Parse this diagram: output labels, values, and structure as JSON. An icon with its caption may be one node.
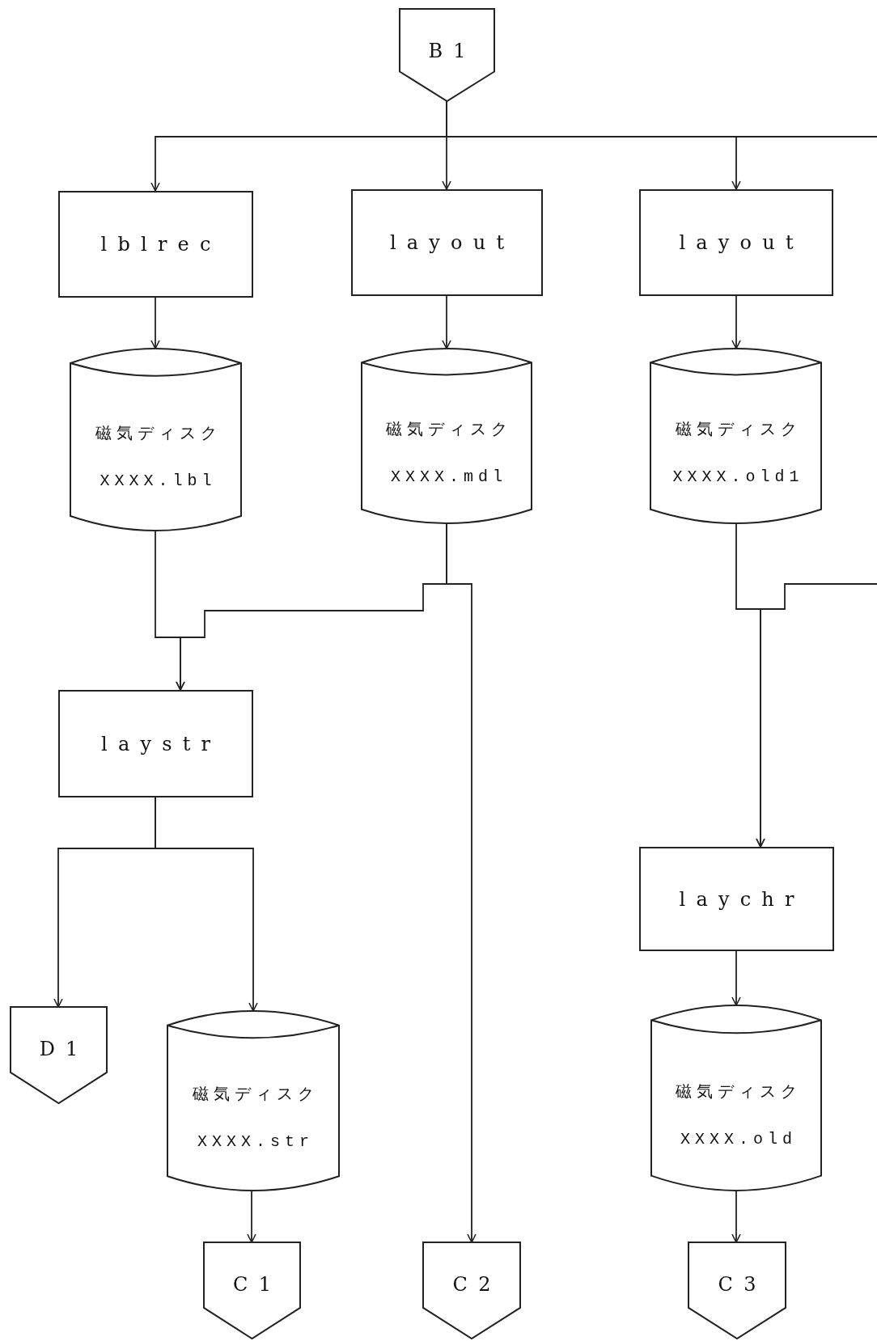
{
  "diagram": {
    "nodes": [
      {
        "text": [
          "B1"
        ]
      },
      {
        "text": [
          "lblrec"
        ]
      },
      {
        "text": [
          "layout"
        ]
      },
      {
        "text": [
          "layout"
        ]
      },
      {
        "text": [
          "磁気ディスク",
          "XXXX.lbl"
        ]
      },
      {
        "text": [
          "磁気ディスク",
          "XXXX.mdl"
        ]
      },
      {
        "text": [
          "磁気ディスク",
          "XXXX.old1"
        ]
      },
      {
        "text": [
          "laystr"
        ]
      },
      {
        "text": [
          "D1"
        ]
      },
      {
        "text": [
          "磁気ディスク",
          "XXXX.str"
        ]
      },
      {
        "text": [
          "laychr"
        ]
      },
      {
        "text": [
          "磁気ディスク",
          "XXXX.old"
        ]
      },
      {
        "text": [
          "C1"
        ]
      },
      {
        "text": [
          "C2"
        ]
      },
      {
        "text": [
          "C3"
        ]
      }
    ],
    "edges": [
      {
        "from": 0,
        "to": 1,
        "arrow": "to"
      },
      {
        "from": 0,
        "to": 2,
        "arrow": "to"
      },
      {
        "from": 0,
        "to": 3,
        "arrow": "to"
      },
      {
        "from": 0,
        "to": null,
        "arrow": "none"
      },
      {
        "from": 1,
        "to": 4,
        "arrow": "to"
      },
      {
        "from": 2,
        "to": 5,
        "arrow": "to"
      },
      {
        "from": 3,
        "to": 6,
        "arrow": "to"
      },
      {
        "from": 4,
        "to": 7,
        "arrow": "to"
      },
      {
        "from": 5,
        "to": 7,
        "arrow": "to"
      },
      {
        "from": 5,
        "to": 13,
        "arrow": "to"
      },
      {
        "from": 6,
        "to": 10,
        "arrow": "to"
      },
      {
        "from": null,
        "to": 10,
        "arrow": "to"
      },
      {
        "from": 7,
        "to": 8,
        "arrow": "to"
      },
      {
        "from": 7,
        "to": 9,
        "arrow": "to"
      },
      {
        "from": 9,
        "to": 12,
        "arrow": "to"
      },
      {
        "from": 10,
        "to": 11,
        "arrow": "to"
      },
      {
        "from": 11,
        "to": 14,
        "arrow": "to"
      }
    ]
  }
}
